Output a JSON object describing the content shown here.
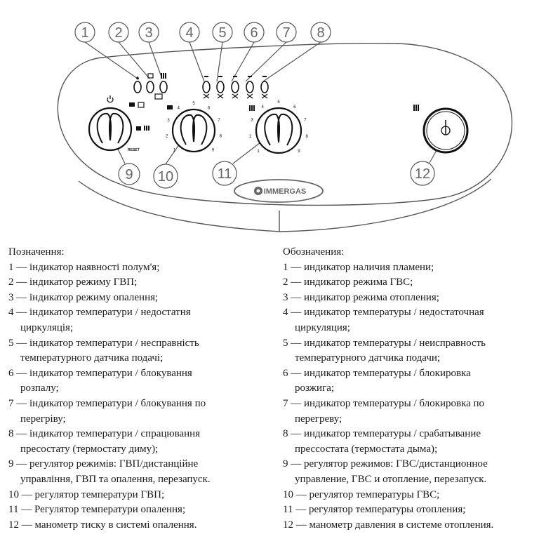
{
  "callouts": [
    "1",
    "2",
    "3",
    "4",
    "5",
    "6",
    "7",
    "8",
    "9",
    "10",
    "11",
    "12"
  ],
  "panel": {
    "reset_label": "RESET",
    "brand": "IMMERGAS",
    "dial_ticks": [
      "1",
      "2",
      "3",
      "4",
      "5",
      "6",
      "7",
      "8",
      "9"
    ]
  },
  "legend_ua": {
    "title": "Позначення:",
    "items": [
      {
        "label": "1 — ",
        "lines": [
          "індикатор наявності полум'я;"
        ]
      },
      {
        "label": "2 — ",
        "lines": [
          "індикатор режиму ГВП;"
        ]
      },
      {
        "label": "3 — ",
        "lines": [
          "індикатор режиму опалення;"
        ]
      },
      {
        "label": "4 — ",
        "lines": [
          "індикатор температури / недостатня",
          "циркуляція;"
        ]
      },
      {
        "label": "5 — ",
        "lines": [
          "індикатор температури / несправність",
          "температурного датчика подачі;"
        ]
      },
      {
        "label": "6 — ",
        "lines": [
          "індикатор температури / блокування",
          "розпалу;"
        ]
      },
      {
        "label": "7 — ",
        "lines": [
          "індикатор температури / блокування по",
          "перегріву;"
        ]
      },
      {
        "label": "8 — ",
        "lines": [
          "індикатор температури / спрацювання",
          "пресостату (термостату диму);"
        ]
      },
      {
        "label": "9 — ",
        "lines": [
          "регулятор режимів: ГВП/дистанційне",
          "управління, ГВП та опалення, перезапуск."
        ]
      },
      {
        "label": "10 — ",
        "lines": [
          "регулятор температури ГВП;"
        ]
      },
      {
        "label": "11 — ",
        "lines": [
          "Регулятор температури опалення;"
        ]
      },
      {
        "label": "12 — ",
        "lines": [
          "манометр тиску в системі опалення."
        ]
      }
    ]
  },
  "legend_ru": {
    "title": "Обозначения:",
    "items": [
      {
        "label": "1 — ",
        "lines": [
          "индикатор наличия пламени;"
        ]
      },
      {
        "label": "2 — ",
        "lines": [
          "индикатор режима ГВС;"
        ]
      },
      {
        "label": "3 — ",
        "lines": [
          "индикатор режима отопления;"
        ]
      },
      {
        "label": "4 — ",
        "lines": [
          "индикатор температуры / недостаточная",
          "циркуляция;"
        ]
      },
      {
        "label": "5 — ",
        "lines": [
          "индикатор температуры / неисправность",
          "температурного датчика подачи;"
        ]
      },
      {
        "label": "6 — ",
        "lines": [
          "индикатор температуры / блокировка",
          "розжига;"
        ]
      },
      {
        "label": "7 — ",
        "lines": [
          "индикатор температуры / блокировка по",
          "перегреву;"
        ]
      },
      {
        "label": "8 — ",
        "lines": [
          "индикатор температуры / срабатывание",
          "прессостата (термостата дыма);"
        ]
      },
      {
        "label": "9 — ",
        "lines": [
          "регулятор режимов: ГВС/дистанционное",
          "управление, ГВС и отопление, перезапуск."
        ]
      },
      {
        "label": "10 — ",
        "lines": [
          "регулятор температуры ГВС;"
        ]
      },
      {
        "label": "11 — ",
        "lines": [
          "регулятор температуры отопления;"
        ]
      },
      {
        "label": "12 — ",
        "lines": [
          "манометр давления в системе отопления."
        ]
      }
    ]
  }
}
